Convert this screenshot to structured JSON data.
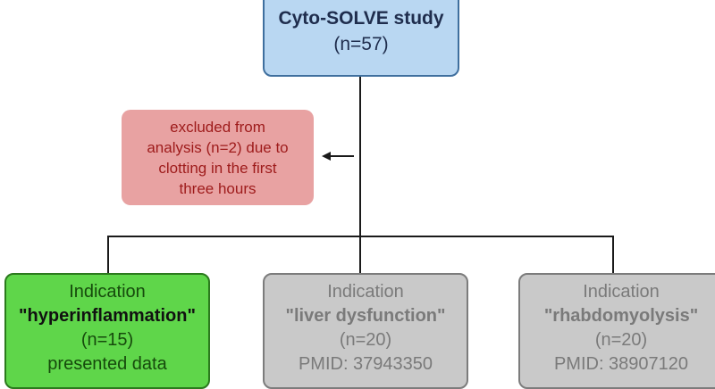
{
  "study": {
    "title": "Cyto-SOLVE study",
    "count": "(n=57)"
  },
  "excluded": {
    "lines": [
      "excluded from",
      "analysis (n=2) due to",
      "clotting in the first",
      "three hours"
    ]
  },
  "indications": [
    {
      "label": "Indication",
      "name": "\"hyperinflammation\"",
      "count": "(n=15)",
      "note": "presented data"
    },
    {
      "label": "Indication",
      "name": "\"liver dysfunction\"",
      "count": "(n=20)",
      "note": "PMID: 37943350"
    },
    {
      "label": "Indication",
      "name": "\"rhabdomyolysis\"",
      "count": "(n=20)",
      "note": "PMID: 38907120"
    }
  ],
  "colors": {
    "study_fill": "#b9d7f2",
    "excluded_fill": "#e8a2a2",
    "highlight_fill": "#5fd64a",
    "inactive_fill": "#c9c9c9"
  }
}
